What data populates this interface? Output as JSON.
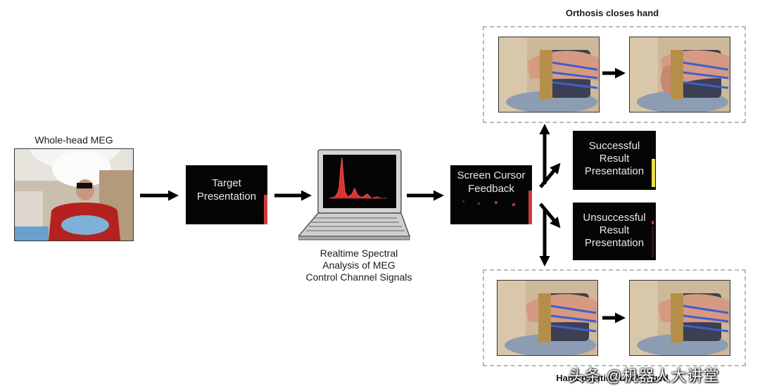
{
  "labels": {
    "whole_head_meg": "Whole-head MEG",
    "realtime_analysis": [
      "Realtime Spectral",
      "Analysis of MEG",
      "Control Channel Signals"
    ],
    "orthosis_closes": "Orthosis closes hand",
    "hand_position_unchanged": "Hand position unchanged"
  },
  "boxes": {
    "target": [
      "Target",
      "Presentation"
    ],
    "screen_cursor": [
      "Screen Cursor",
      "Feedback"
    ],
    "successful": [
      "Successful",
      "Result",
      "Presentation"
    ],
    "unsuccessful": [
      "Unsuccessful",
      "Result",
      "Presentation"
    ]
  },
  "watermark": "头条 @机器人大讲堂",
  "colors": {
    "box_bg": "#050505",
    "bar_red": "#d23a3a",
    "bar_yellow": "#e8e04a",
    "dashed": "#b9b9b9"
  }
}
